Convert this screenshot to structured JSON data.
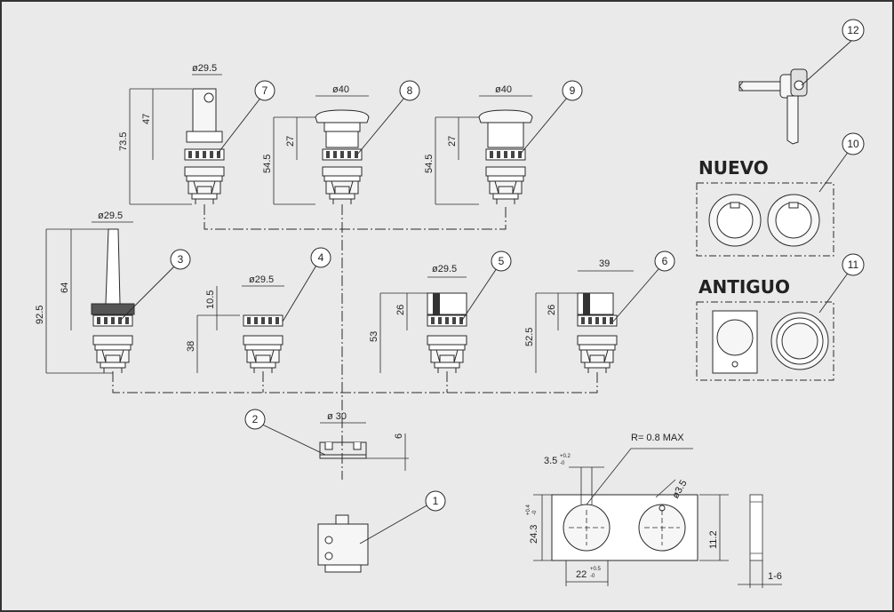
{
  "callouts": [
    "1",
    "2",
    "3",
    "4",
    "5",
    "6",
    "7",
    "8",
    "9",
    "10",
    "11",
    "12"
  ],
  "labels": {
    "nuevo": "NUEVO",
    "antiguo": "ANTIGUO"
  },
  "dims": {
    "d7_dia": "ø29.5",
    "d7_h1": "73.5",
    "d7_h2": "47",
    "d8_dia": "ø40",
    "d8_h1": "54.5",
    "d8_h2": "27",
    "d9_dia": "ø40",
    "d9_h1": "54.5",
    "d9_h2": "27",
    "d3_dia": "ø29.5",
    "d3_h1": "92.5",
    "d3_h2": "64",
    "d4_dia": "ø29.5",
    "d4_h1": "38",
    "d4_h2": "10.5",
    "d5_dia": "ø29.5",
    "d5_h1": "53",
    "d5_h2": "26",
    "d6_w": "39",
    "d6_h1": "52.5",
    "d6_h2": "26",
    "d2_dia": "ø 30",
    "d2_h": "6",
    "panel_r": "R= 0.8 MAX",
    "panel_w": "3.5",
    "panel_w_tol_up": "+0.2",
    "panel_w_tol_dn": "-0",
    "panel_hole": "ø3.5",
    "panel_h": "24.3",
    "panel_h_tol_up": "+0.4",
    "panel_h_tol_dn": "-0",
    "panel_off": "11.2",
    "panel_pitch": "22",
    "panel_pitch_tol_up": "+0.5",
    "panel_pitch_tol_dn": "-0",
    "panel_thk": "1-6"
  },
  "colors": {
    "bg": "#eaeaea",
    "frame": "#333333",
    "line": "#2a2a2a",
    "fill": "#f6f6f6",
    "dark": "#3a3a3a"
  }
}
